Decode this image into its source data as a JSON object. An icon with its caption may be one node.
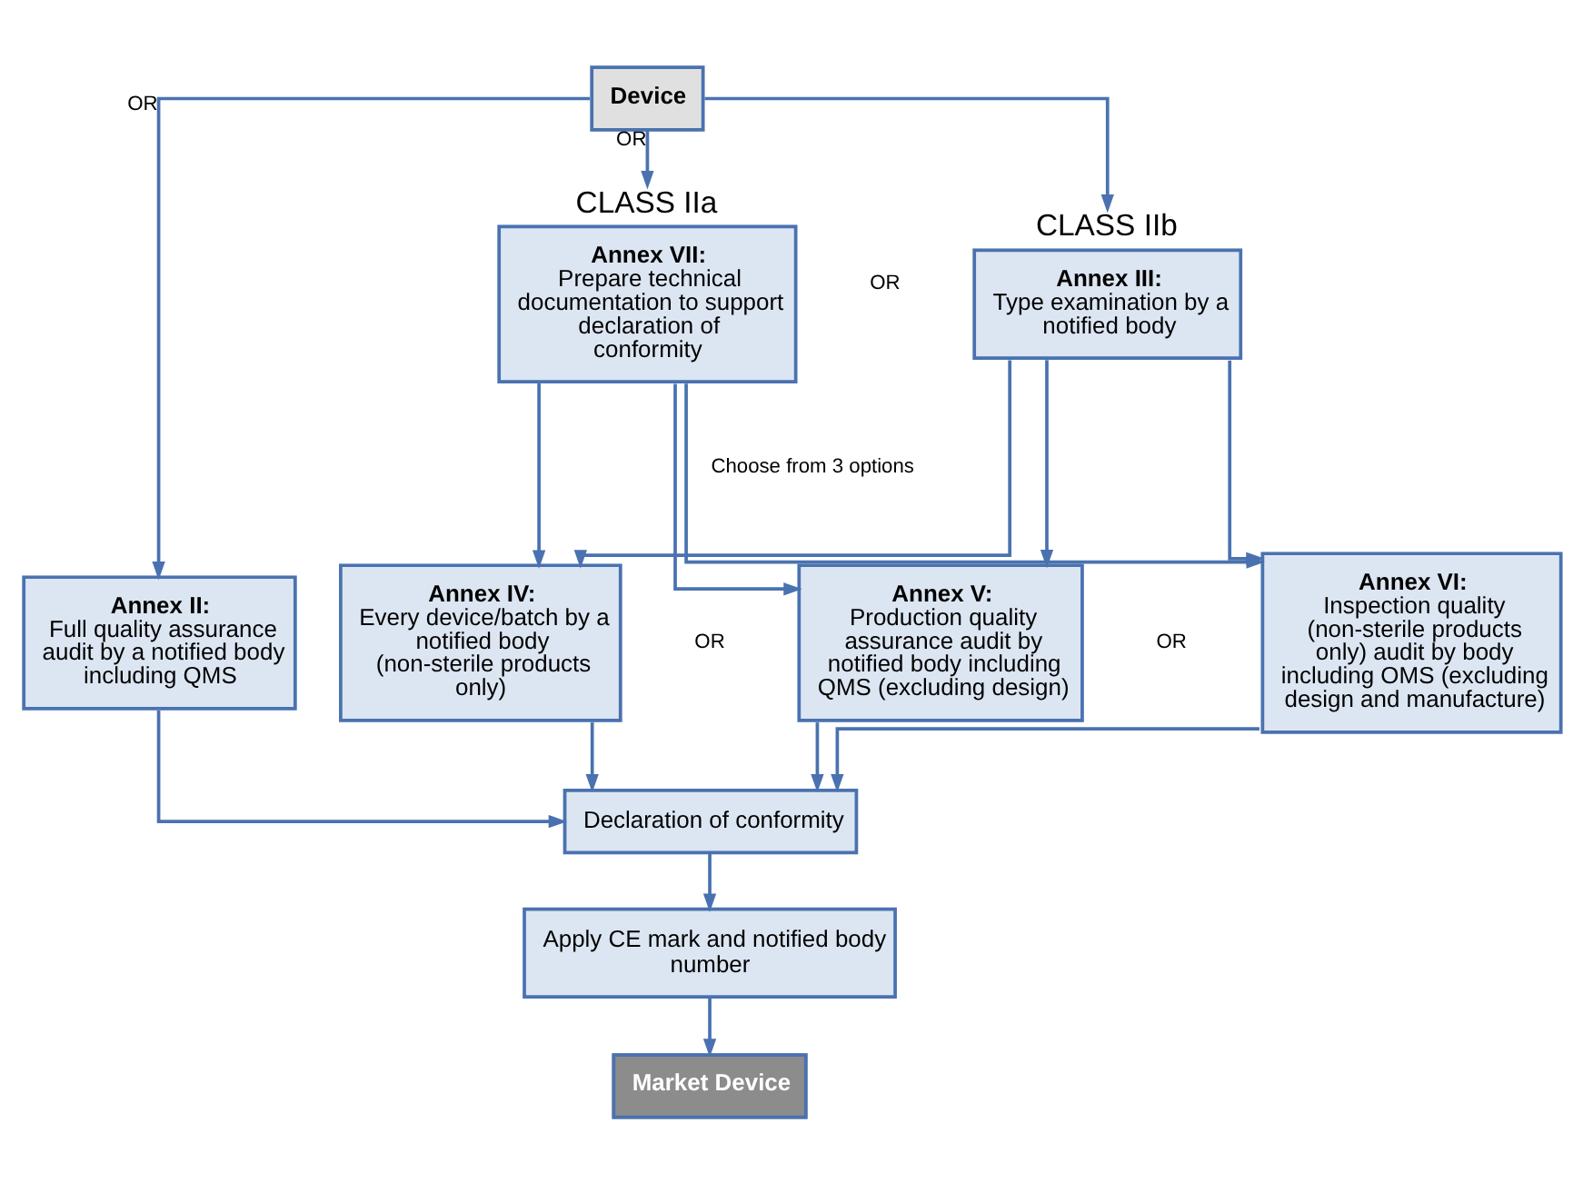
{
  "diagram": {
    "nodes": [
      {
        "text": [
          "Device"
        ]
      },
      {
        "text": [
          "CLASS IIa",
          "**Annex VII:** Prepare technical documentation to support declaration of conformity"
        ]
      },
      {
        "text": [
          "CLASS IIb",
          "**Annex III:** Type examination by a notified body"
        ]
      },
      {
        "text": [
          "**Annex II:** Full quality assurance audit by a notified body including QMS"
        ]
      },
      {
        "text": [
          "**Annex IV:** Every device/batch by a notified body (non-sterile products only)"
        ]
      },
      {
        "text": [
          "**Annex V:** Production quality assurance audit by notified body including QMS (excluding design)"
        ]
      },
      {
        "text": [
          "**Annex VI:** Inspection quality (non-sterile products only) audit by body including OMS (excluding design and manufacture)"
        ]
      },
      {
        "text": [
          "Declaration of conformity"
        ]
      },
      {
        "text": [
          "Apply CE mark and notified body number"
        ]
      },
      {
        "text": [
          "Market Device"
        ]
      }
    ],
    "edges": [
      {
        "from": 0,
        "to": 3,
        "arrow": "to",
        "label": "OR"
      },
      {
        "from": 0,
        "to": 1,
        "arrow": "to",
        "label": "OR"
      },
      {
        "from": 0,
        "to": 2,
        "arrow": "to"
      },
      {
        "from": 1,
        "to": 4,
        "arrow": "to"
      },
      {
        "from": 1,
        "to": 5,
        "arrow": "to"
      },
      {
        "from": 1,
        "to": 6,
        "arrow": "to"
      },
      {
        "from": 2,
        "to": 4,
        "arrow": "to"
      },
      {
        "from": 2,
        "to": 5,
        "arrow": "to"
      },
      {
        "from": 2,
        "to": 6,
        "arrow": "to"
      },
      {
        "from": 3,
        "to": 7,
        "arrow": "to"
      },
      {
        "from": 4,
        "to": 7,
        "arrow": "to"
      },
      {
        "from": 5,
        "to": 7,
        "arrow": "to"
      },
      {
        "from": 6,
        "to": 7,
        "arrow": "to"
      },
      {
        "from": 7,
        "to": 8,
        "arrow": "to"
      },
      {
        "from": 8,
        "to": 9,
        "arrow": "to"
      }
    ],
    "labels": [
      "OR",
      "Choose from 3 options",
      "OR",
      "OR"
    ]
  }
}
